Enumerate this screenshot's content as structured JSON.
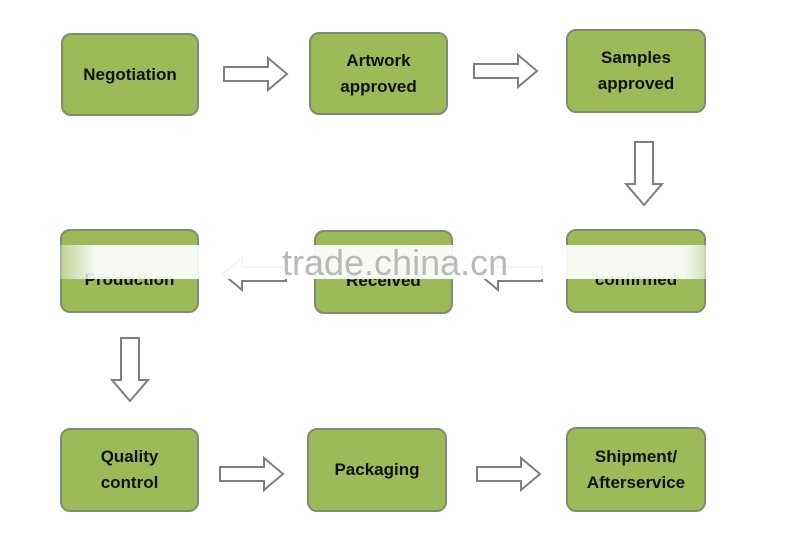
{
  "nodes": {
    "negotiation": [
      "Negotiation"
    ],
    "artwork": [
      "Artwork",
      "approved"
    ],
    "samples": [
      "Samples",
      "approved"
    ],
    "confirmed": [
      "confirmed"
    ],
    "received": [
      "Received"
    ],
    "production": [
      "Production"
    ],
    "quality": [
      "Quality",
      "control"
    ],
    "packaging": [
      "Packaging"
    ],
    "shipment": [
      "Shipment/",
      "Afterservice"
    ]
  },
  "watermark": "trade.china.cn",
  "colors": {
    "node_fill": "#9bbb59",
    "node_border": "#7f8c6e",
    "arrow_stroke": "#7f7f7f"
  }
}
